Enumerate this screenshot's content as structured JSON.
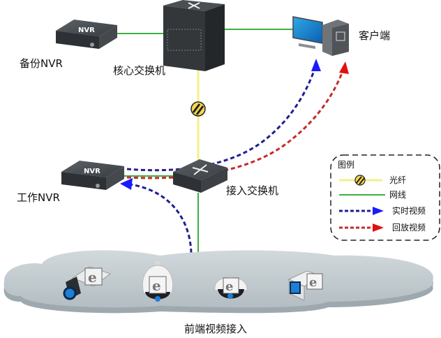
{
  "diagram": {
    "type": "network-topology",
    "nodes": {
      "backup_nvr": {
        "label": "备份NVR",
        "badge": "NVR"
      },
      "core_switch": {
        "label": "核心交换机"
      },
      "client": {
        "label": "客户端"
      },
      "work_nvr": {
        "label": "工作NVR",
        "badge": "NVR"
      },
      "access_switch": {
        "label": "接入交换机"
      },
      "front_end": {
        "label": "前端视频接入",
        "cameras": [
          "box-camera",
          "ptz-dome-camera",
          "dome-camera",
          "box-camera-2"
        ]
      }
    },
    "links": [
      {
        "from": "backup_nvr",
        "to": "core_switch",
        "kind": "network"
      },
      {
        "from": "core_switch",
        "to": "client",
        "kind": "network"
      },
      {
        "from": "core_switch",
        "to": "access_switch",
        "kind": "fiber"
      },
      {
        "from": "work_nvr",
        "to": "access_switch",
        "kind": "network"
      },
      {
        "from": "access_switch",
        "to": "front_end",
        "kind": "network"
      }
    ],
    "flows": [
      {
        "from": "front_end",
        "to": "work_nvr",
        "kind": "live"
      },
      {
        "from": "work_nvr",
        "to": "client",
        "kind": "live"
      },
      {
        "from": "work_nvr",
        "to": "client",
        "kind": "playback"
      }
    ],
    "colors": {
      "network": "#3cb043",
      "fiber": "#f4f08a",
      "live": "#1f1f8f",
      "playback": "#c42a2a",
      "live_arrow": "#1a1aff",
      "playback_arrow": "#e01010",
      "cloud": "#b9c3c8"
    }
  },
  "legend": {
    "title": "图例",
    "items": [
      {
        "key": "fiber",
        "label": "光纤"
      },
      {
        "key": "network",
        "label": "网线"
      },
      {
        "key": "live",
        "label": "实时视频"
      },
      {
        "key": "playback",
        "label": "回放视频"
      }
    ]
  }
}
